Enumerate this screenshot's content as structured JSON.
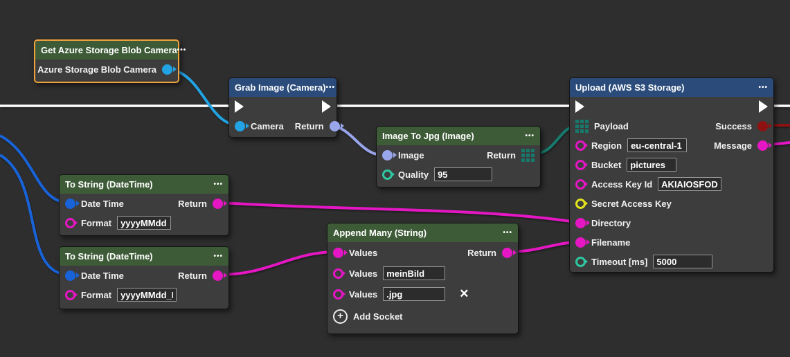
{
  "ui": {
    "menu_icon": "•••",
    "delete_icon": "✕",
    "add_icon": "+"
  },
  "colors": {
    "bg": "#2e2e2e",
    "node-bg": "#3d3d3d",
    "header-green": "#3e5b37",
    "header-blue": "#2b4c7b",
    "select-orange": "#f0a23b",
    "wire-white": "#ffffff",
    "pin-cyan": "#22a3e4",
    "pin-blue": "#1863d8",
    "pin-lavender": "#9aa6ec",
    "pin-magenta": "#e516c3",
    "pin-teal": "#2dc9a2",
    "grid-teal": "#16796b",
    "pin-red": "#8e1212",
    "pin-yellow": "#e4e41c",
    "field-bg": "#2c2c2c",
    "field-border": "#989898"
  },
  "nodes": {
    "get_azure": {
      "title": "Get Azure Storage Blob Camera",
      "output_label": "Azure Storage Blob Camera"
    },
    "grab_image": {
      "title": "Grab Image (Camera)",
      "camera_label": "Camera",
      "return_label": "Return"
    },
    "image_to_jpg": {
      "title": "Image To Jpg (Image)",
      "image_label": "Image",
      "return_label": "Return",
      "quality_label": "Quality",
      "quality_value": "95"
    },
    "upload": {
      "title": "Upload (AWS S3 Storage)",
      "payload_label": "Payload",
      "success_label": "Success",
      "region_label": "Region",
      "region_value": "eu-central-1",
      "message_label": "Message",
      "bucket_label": "Bucket",
      "bucket_value": "pictures",
      "access_key_label": "Access Key Id",
      "access_key_value": "AKIAIOSFODNN",
      "secret_key_label": "Secret Access Key",
      "directory_label": "Directory",
      "filename_label": "Filename",
      "timeout_label": "Timeout [ms]",
      "timeout_value": "5000"
    },
    "to_string_1": {
      "title": "To String (DateTime)",
      "datetime_label": "Date Time",
      "return_label": "Return",
      "format_label": "Format",
      "format_value": "yyyyMMdd"
    },
    "to_string_2": {
      "title": "To String (DateTime)",
      "datetime_label": "Date Time",
      "return_label": "Return",
      "format_label": "Format",
      "format_value": "yyyyMMdd_HH"
    },
    "append_many": {
      "title": "Append Many (String)",
      "values_label_1": "Values",
      "values_label_2": "Values",
      "values_label_3": "Values",
      "return_label": "Return",
      "value_2": "meinBild",
      "value_3": ".jpg",
      "add_socket_label": "Add Socket"
    }
  }
}
